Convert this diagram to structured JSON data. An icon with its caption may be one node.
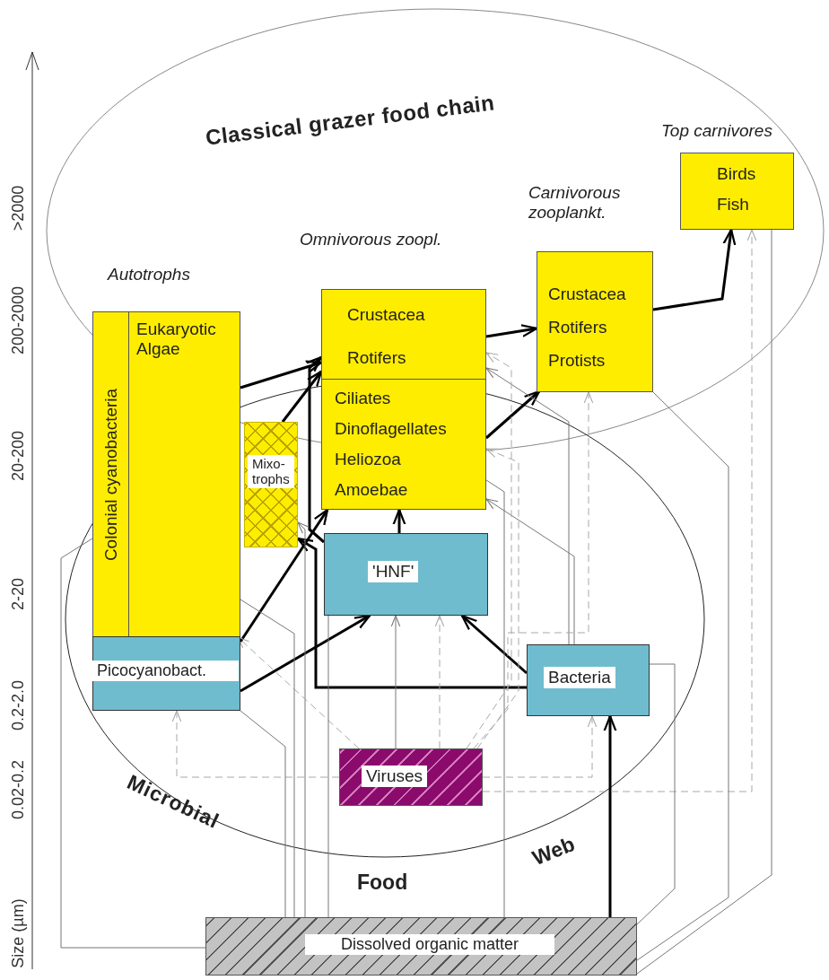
{
  "diagram": {
    "nodes": [
      {
        "text": [
          "Colonial cyanobacteria"
        ]
      },
      {
        "text": [
          "Eukaryotic Algae"
        ]
      },
      {
        "text": [
          "Picocyanobact."
        ]
      },
      {
        "text": [
          "Mixo- trophs"
        ]
      },
      {
        "text": [
          "Crustacea Rotifers"
        ]
      },
      {
        "text": [
          "Ciliates Dinoflagellates Heliozoa Amoebae"
        ]
      },
      {
        "text": [
          "Carnivorous zooplankt.",
          "Crustacea Rotifers Protists"
        ]
      },
      {
        "text": [
          "Top carnivores",
          "Birds Fish"
        ]
      },
      {
        "text": [
          "'HNF'"
        ]
      },
      {
        "text": [
          "Bacteria"
        ]
      },
      {
        "text": [
          "Viruses"
        ]
      },
      {
        "text": [
          "Dissolved organic matter"
        ]
      }
    ],
    "edges": [
      {
        "from": 1,
        "to": 4,
        "arrow": "to",
        "style": "thick",
        "color": "#000000"
      },
      {
        "from": 3,
        "to": 4,
        "arrow": "to",
        "style": "thick",
        "color": "#000000"
      },
      {
        "from": 4,
        "to": 6,
        "arrow": "to",
        "style": "thick",
        "color": "#000000"
      },
      {
        "from": 5,
        "to": 6,
        "arrow": "to",
        "style": "thick",
        "color": "#000000"
      },
      {
        "from": 6,
        "to": 7,
        "arrow": "to",
        "style": "thick",
        "color": "#000000"
      },
      {
        "from": 2,
        "to": 5,
        "arrow": "to",
        "style": "thick",
        "color": "#000000"
      },
      {
        "from": 2,
        "to": 8,
        "arrow": "to",
        "style": "thick",
        "color": "#000000"
      },
      {
        "from": 8,
        "to": 5,
        "arrow": "to",
        "style": "thick",
        "color": "#000000"
      },
      {
        "from": 9,
        "to": 8,
        "arrow": "to",
        "style": "thick",
        "color": "#000000"
      },
      {
        "from": 11,
        "to": 9,
        "arrow": "to",
        "style": "thick",
        "color": "#000000"
      },
      {
        "from": 8,
        "to": 4,
        "arrow": "to",
        "style": "thick",
        "color": "#000000"
      },
      {
        "from": 9,
        "to": 3,
        "arrow": "to",
        "style": "thick",
        "color": "#000000"
      },
      {
        "from": 10,
        "to": 8,
        "arrow": "to",
        "color": "#777777"
      },
      {
        "from": 9,
        "to": 5,
        "arrow": "to",
        "color": "#777777"
      },
      {
        "from": 9,
        "to": 4,
        "arrow": "to",
        "color": "#777777"
      },
      {
        "from": 11,
        "to": 3,
        "arrow": "to",
        "color": "#777777"
      },
      {
        "from": 10,
        "to": 2,
        "arrow": "to",
        "style": "dashed",
        "color": "#a8a8a8"
      },
      {
        "from": 10,
        "to": 9,
        "arrow": "to",
        "style": "dashed",
        "color": "#a8a8a8"
      },
      {
        "from": 10,
        "to": 7,
        "arrow": "to",
        "style": "dashed",
        "color": "#a8a8a8"
      },
      {
        "from": 10,
        "to": 6,
        "arrow": "to",
        "style": "dashed",
        "color": "#a8a8a8"
      },
      {
        "from": 10,
        "to": 8,
        "arrow": "to",
        "style": "dashed",
        "color": "#a8a8a8"
      },
      {
        "from": 10,
        "to": 5,
        "arrow": "to",
        "style": "dashed",
        "color": "#a8a8a8"
      },
      {
        "from": 10,
        "to": 4,
        "arrow": "to",
        "style": "dashed",
        "color": "#a8a8a8"
      },
      {
        "from": 10,
        "to": 1,
        "arrow": "to",
        "style": "dashed",
        "color": "#a8a8a8"
      },
      {
        "from": 0,
        "to": 11,
        "arrow": "none",
        "color": "#777777"
      },
      {
        "from": 2,
        "to": 11,
        "arrow": "none",
        "color": "#777777"
      },
      {
        "from": 1,
        "to": 11,
        "arrow": "none",
        "color": "#777777"
      },
      {
        "from": 8,
        "to": 11,
        "arrow": "none",
        "color": "#777777"
      },
      {
        "from": 5,
        "to": 11,
        "arrow": "none",
        "color": "#777777"
      },
      {
        "from": 6,
        "to": 11,
        "arrow": "none",
        "color": "#777777"
      },
      {
        "from": 7,
        "to": 11,
        "arrow": "none",
        "color": "#777777"
      },
      {
        "from": 9,
        "to": 11,
        "arrow": "none",
        "color": "#777777"
      }
    ],
    "labels": [
      "Classical grazer food chain",
      "Autotrophs",
      "Omnivorous zoopl.",
      ">2000",
      "200-2000",
      "20-200",
      "2-20",
      "0.2-2.0",
      "0.02-0.2",
      "Microbial",
      "Food",
      "Web",
      "Size (µm)"
    ]
  }
}
